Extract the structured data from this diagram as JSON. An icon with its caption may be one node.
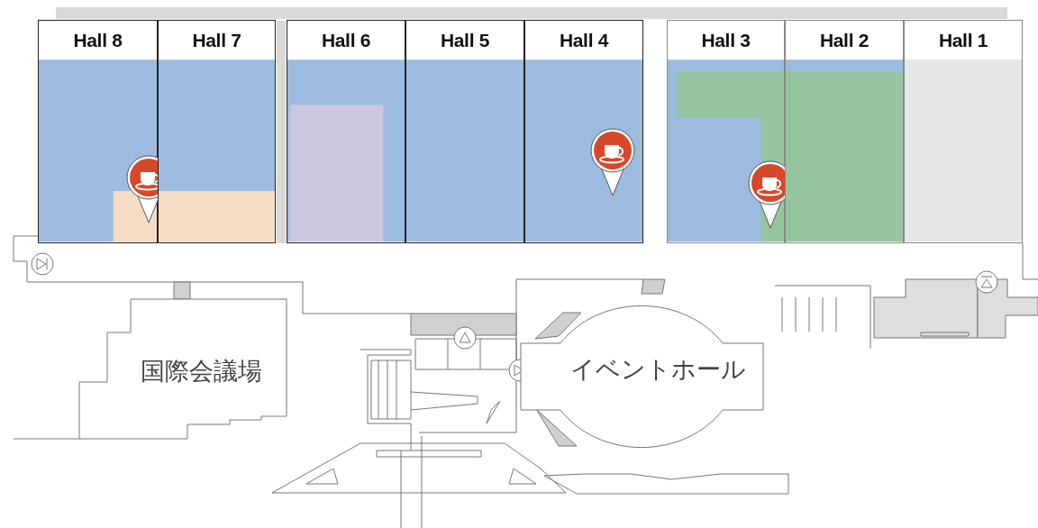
{
  "diagram": {
    "nodes": [
      {
        "text": [
          "Hall 8"
        ]
      },
      {
        "text": [
          "Hall 7"
        ]
      },
      {
        "text": [
          "Hall 6"
        ]
      },
      {
        "text": [
          "Hall 5"
        ]
      },
      {
        "text": [
          "Hall 4"
        ]
      },
      {
        "text": [
          "Hall 3"
        ]
      },
      {
        "text": [
          "Hall 2"
        ]
      },
      {
        "text": [
          "Hall 1"
        ]
      },
      {
        "text": [
          "国際会議場"
        ]
      },
      {
        "text": [
          "イベントホール"
        ]
      }
    ]
  }
}
